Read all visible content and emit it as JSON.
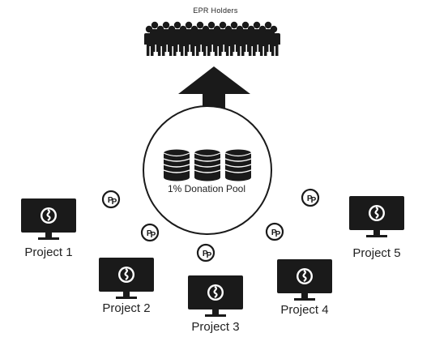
{
  "diagram": {
    "title": "EPR Holders",
    "pool_label": "1% Donation Pool",
    "token_symbol": "PP",
    "projects": [
      {
        "label": "Project 1"
      },
      {
        "label": "Project 2"
      },
      {
        "label": "Project 3"
      },
      {
        "label": "Project 4"
      },
      {
        "label": "Project 5"
      }
    ],
    "colors": {
      "ink": "#1a1a1a",
      "background": "#ffffff"
    },
    "icons": [
      "person-icon",
      "up-arrow",
      "coin-stack-icon",
      "token-icon",
      "monitor-icon"
    ]
  }
}
